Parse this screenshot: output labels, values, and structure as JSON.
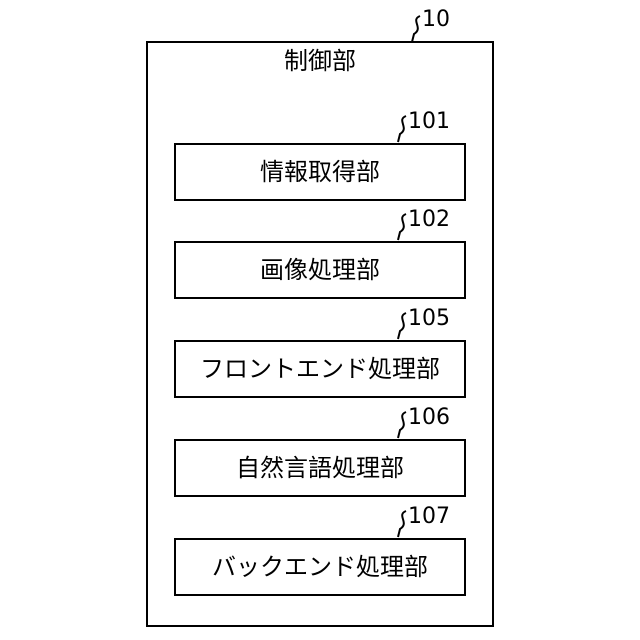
{
  "control_unit": {
    "label": "制御部",
    "ref": "10"
  },
  "blocks": [
    {
      "label": "情報取得部",
      "ref": "101"
    },
    {
      "label": "画像処理部",
      "ref": "102"
    },
    {
      "label": "フロントエンド処理部",
      "ref": "105"
    },
    {
      "label": "自然言語処理部",
      "ref": "106"
    },
    {
      "label": "バックエンド処理部",
      "ref": "107"
    }
  ]
}
